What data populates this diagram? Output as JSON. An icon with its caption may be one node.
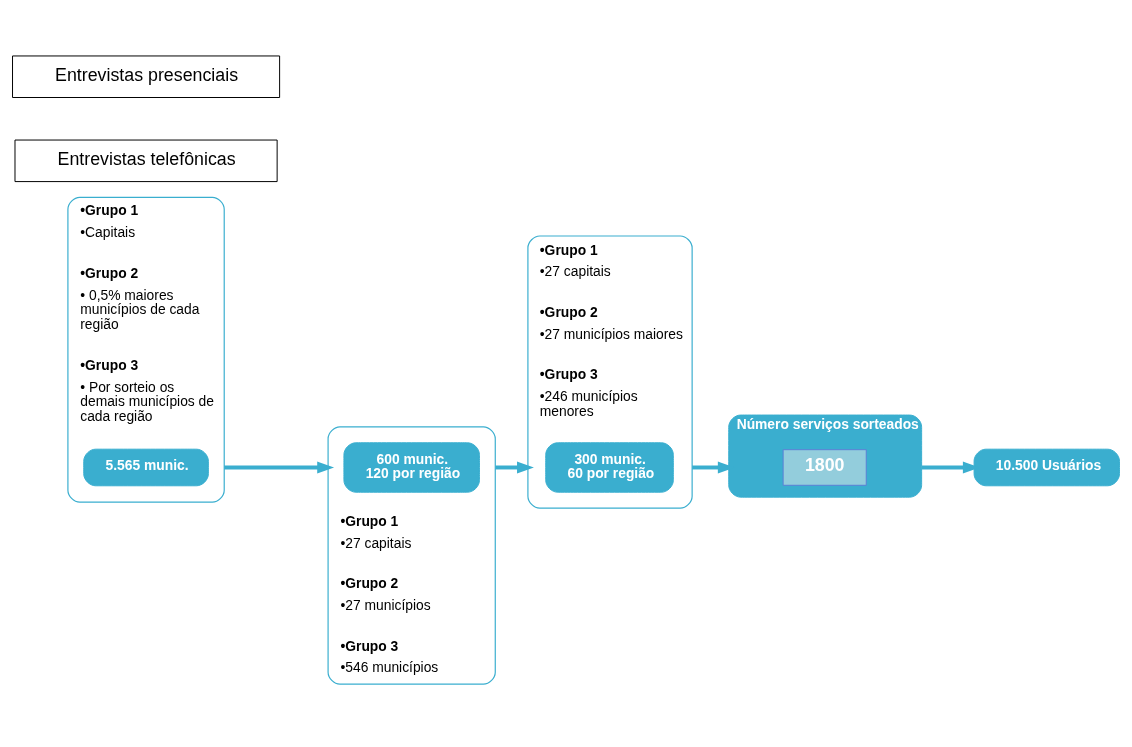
{
  "diagram": {
    "nodes": [
      {
        "text": [
          "•Grupo 1",
          "•Capitais",
          "•Grupo 2",
          "• 0,5% maiores municípios de cada região",
          "•Grupo 3",
          "• Por sorteio os demais municípios de cada região"
        ]
      },
      {
        "text": [
          "5.565 munic."
        ],
        "in": 0
      },
      {
        "text": [
          "•Grupo 1",
          "•27 capitais",
          "•Grupo 2",
          "•27 municípios",
          "•Grupo 3",
          "•546 municípios"
        ]
      },
      {
        "text": [
          "600 munic.",
          "120 por região"
        ],
        "in": 2
      },
      {
        "text": [
          "•Grupo 1",
          "•27 capitais",
          "•Grupo 2",
          "•27 municípios maiores",
          "•Grupo 3",
          "•246 municípios menores"
        ]
      },
      {
        "text": [
          "300 munic.",
          "60 por região"
        ],
        "in": 4
      },
      {
        "text": [
          "Número serviços sorteados"
        ]
      },
      {
        "text": [
          "1800"
        ],
        "in": 6
      },
      {
        "text": [
          "10.500 Usuários"
        ]
      },
      {
        "text": [
          "Entrevistas telefônicas"
        ]
      },
      {
        "text": [
          "Entrevistas presenciais"
        ]
      }
    ],
    "edges": [
      {
        "from": 0,
        "to": 2,
        "arrow": "to"
      },
      {
        "from": 2,
        "to": 4,
        "arrow": "to"
      },
      {
        "from": 4,
        "to": 6,
        "arrow": "to"
      },
      {
        "from": 6,
        "to": 8,
        "arrow": "to"
      }
    ]
  }
}
